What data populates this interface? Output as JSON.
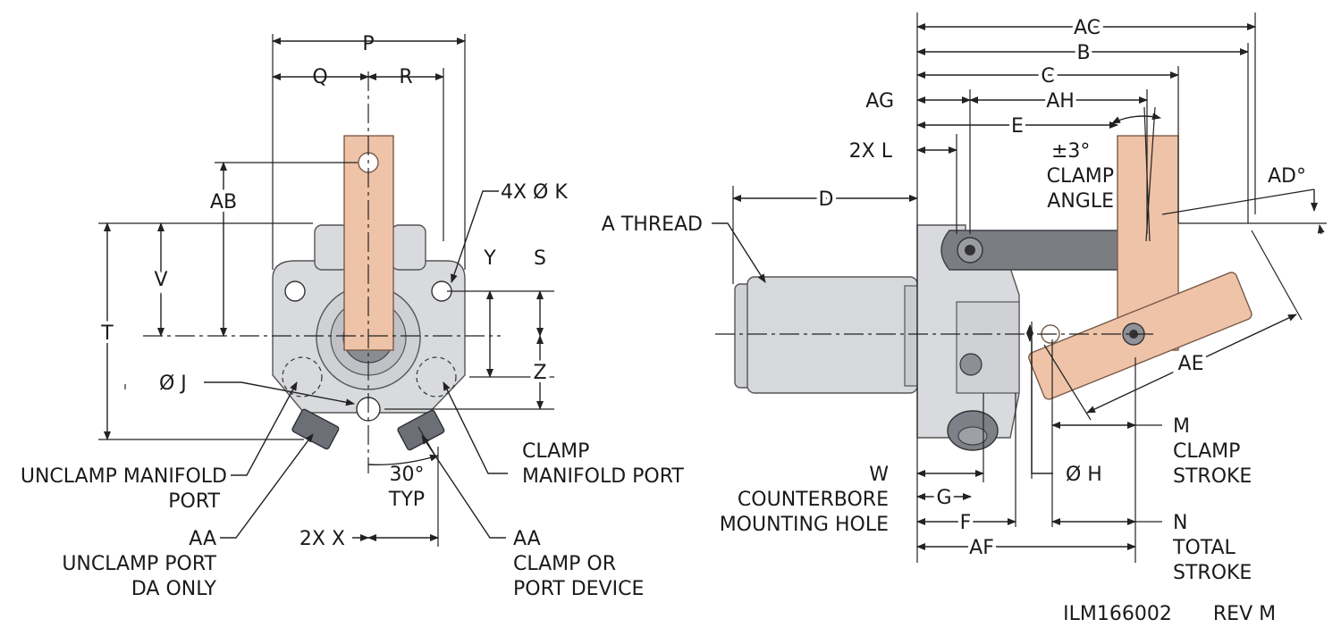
{
  "left_view": {
    "dims": {
      "P": "P",
      "Q": "Q",
      "R": "R",
      "AB": "AB",
      "V": "V",
      "T": "T",
      "Y": "Y",
      "S": "S",
      "Z": "Z",
      "K": "4X Ø K",
      "J": "Ø J",
      "angle": "30°",
      "typ": "TYP",
      "X": "2X X"
    },
    "callouts": {
      "unclamp_manifold_1": "UNCLAMP MANIFOLD",
      "unclamp_manifold_2": "PORT",
      "clamp_manifold_1": "CLAMP",
      "clamp_manifold_2": "MANIFOLD PORT",
      "aa_left_1": "AA",
      "aa_left_2": "UNCLAMP PORT",
      "aa_left_3": "DA ONLY",
      "aa_right_1": "AA",
      "aa_right_2": "CLAMP OR",
      "aa_right_3": "PORT DEVICE"
    }
  },
  "right_view": {
    "dims": {
      "AC": "AC",
      "B": "B",
      "C": "C",
      "AG": "AG",
      "AH": "AH",
      "E": "E",
      "L": "2X L",
      "D": "D",
      "AD": "AD°",
      "AE": "AE",
      "M": "M",
      "N": "N",
      "W": "W",
      "G": "G",
      "F": "F",
      "AF": "AF",
      "H": "Ø H",
      "clamp_angle_val": "±3°"
    },
    "callouts": {
      "a_thread": "A THREAD",
      "clamp_angle_1": "CLAMP",
      "clamp_angle_2": "ANGLE",
      "clamp_stroke_1": "CLAMP",
      "clamp_stroke_2": "STROKE",
      "total_stroke_1": "TOTAL",
      "total_stroke_2": "STROKE",
      "counterbore_1": "COUNTERBORE",
      "counterbore_2": "MOUNTING HOLE"
    }
  },
  "footer": {
    "drawing_number": "ILM166002",
    "revision": "REV M"
  },
  "colors": {
    "body": "#d8dadd",
    "arm": "#eec3a8",
    "link": "#7b7d82",
    "line": "#222222"
  }
}
